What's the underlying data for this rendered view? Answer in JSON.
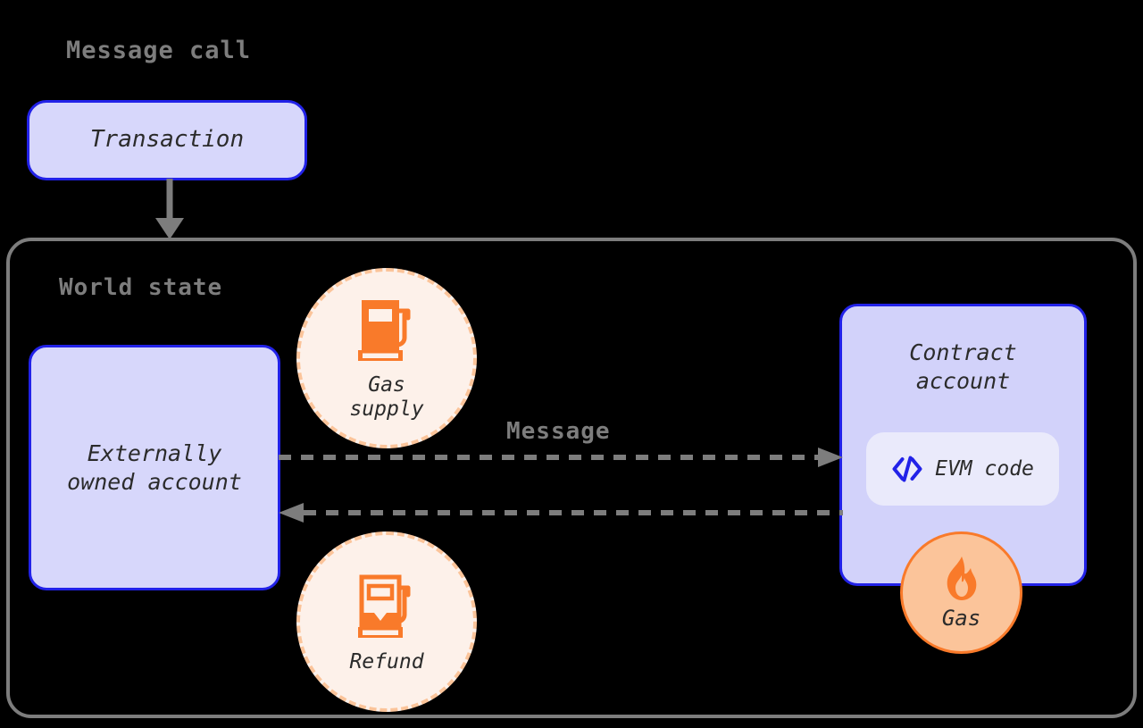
{
  "diagram": {
    "title": "Message call",
    "container_title": "World state",
    "arrow_label": "Message"
  },
  "nodes": {
    "transaction": {
      "label": "Transaction"
    },
    "eoa": {
      "label": "Externally\nowned account"
    },
    "contract": {
      "label": "Contract\naccount"
    },
    "evm_code": {
      "label": "EVM code",
      "icon": "code-brackets-icon"
    }
  },
  "badges": {
    "gas_supply": {
      "label": "Gas\nsupply",
      "icon": "fuel-pump-full-icon"
    },
    "refund": {
      "label": "Refund",
      "icon": "fuel-pump-low-icon"
    },
    "gas": {
      "label": "Gas",
      "icon": "flame-icon"
    }
  },
  "colors": {
    "background": "#000000",
    "accent_blue": "#2222e8",
    "node_fill": "#d7d7fb",
    "pill_fill": "#eaeafb",
    "orange": "#f97a2a",
    "peach": "#fbc49a",
    "peach_light": "#fdf1ea",
    "gray": "#7d7d7d",
    "text": "#2b2b2b"
  }
}
